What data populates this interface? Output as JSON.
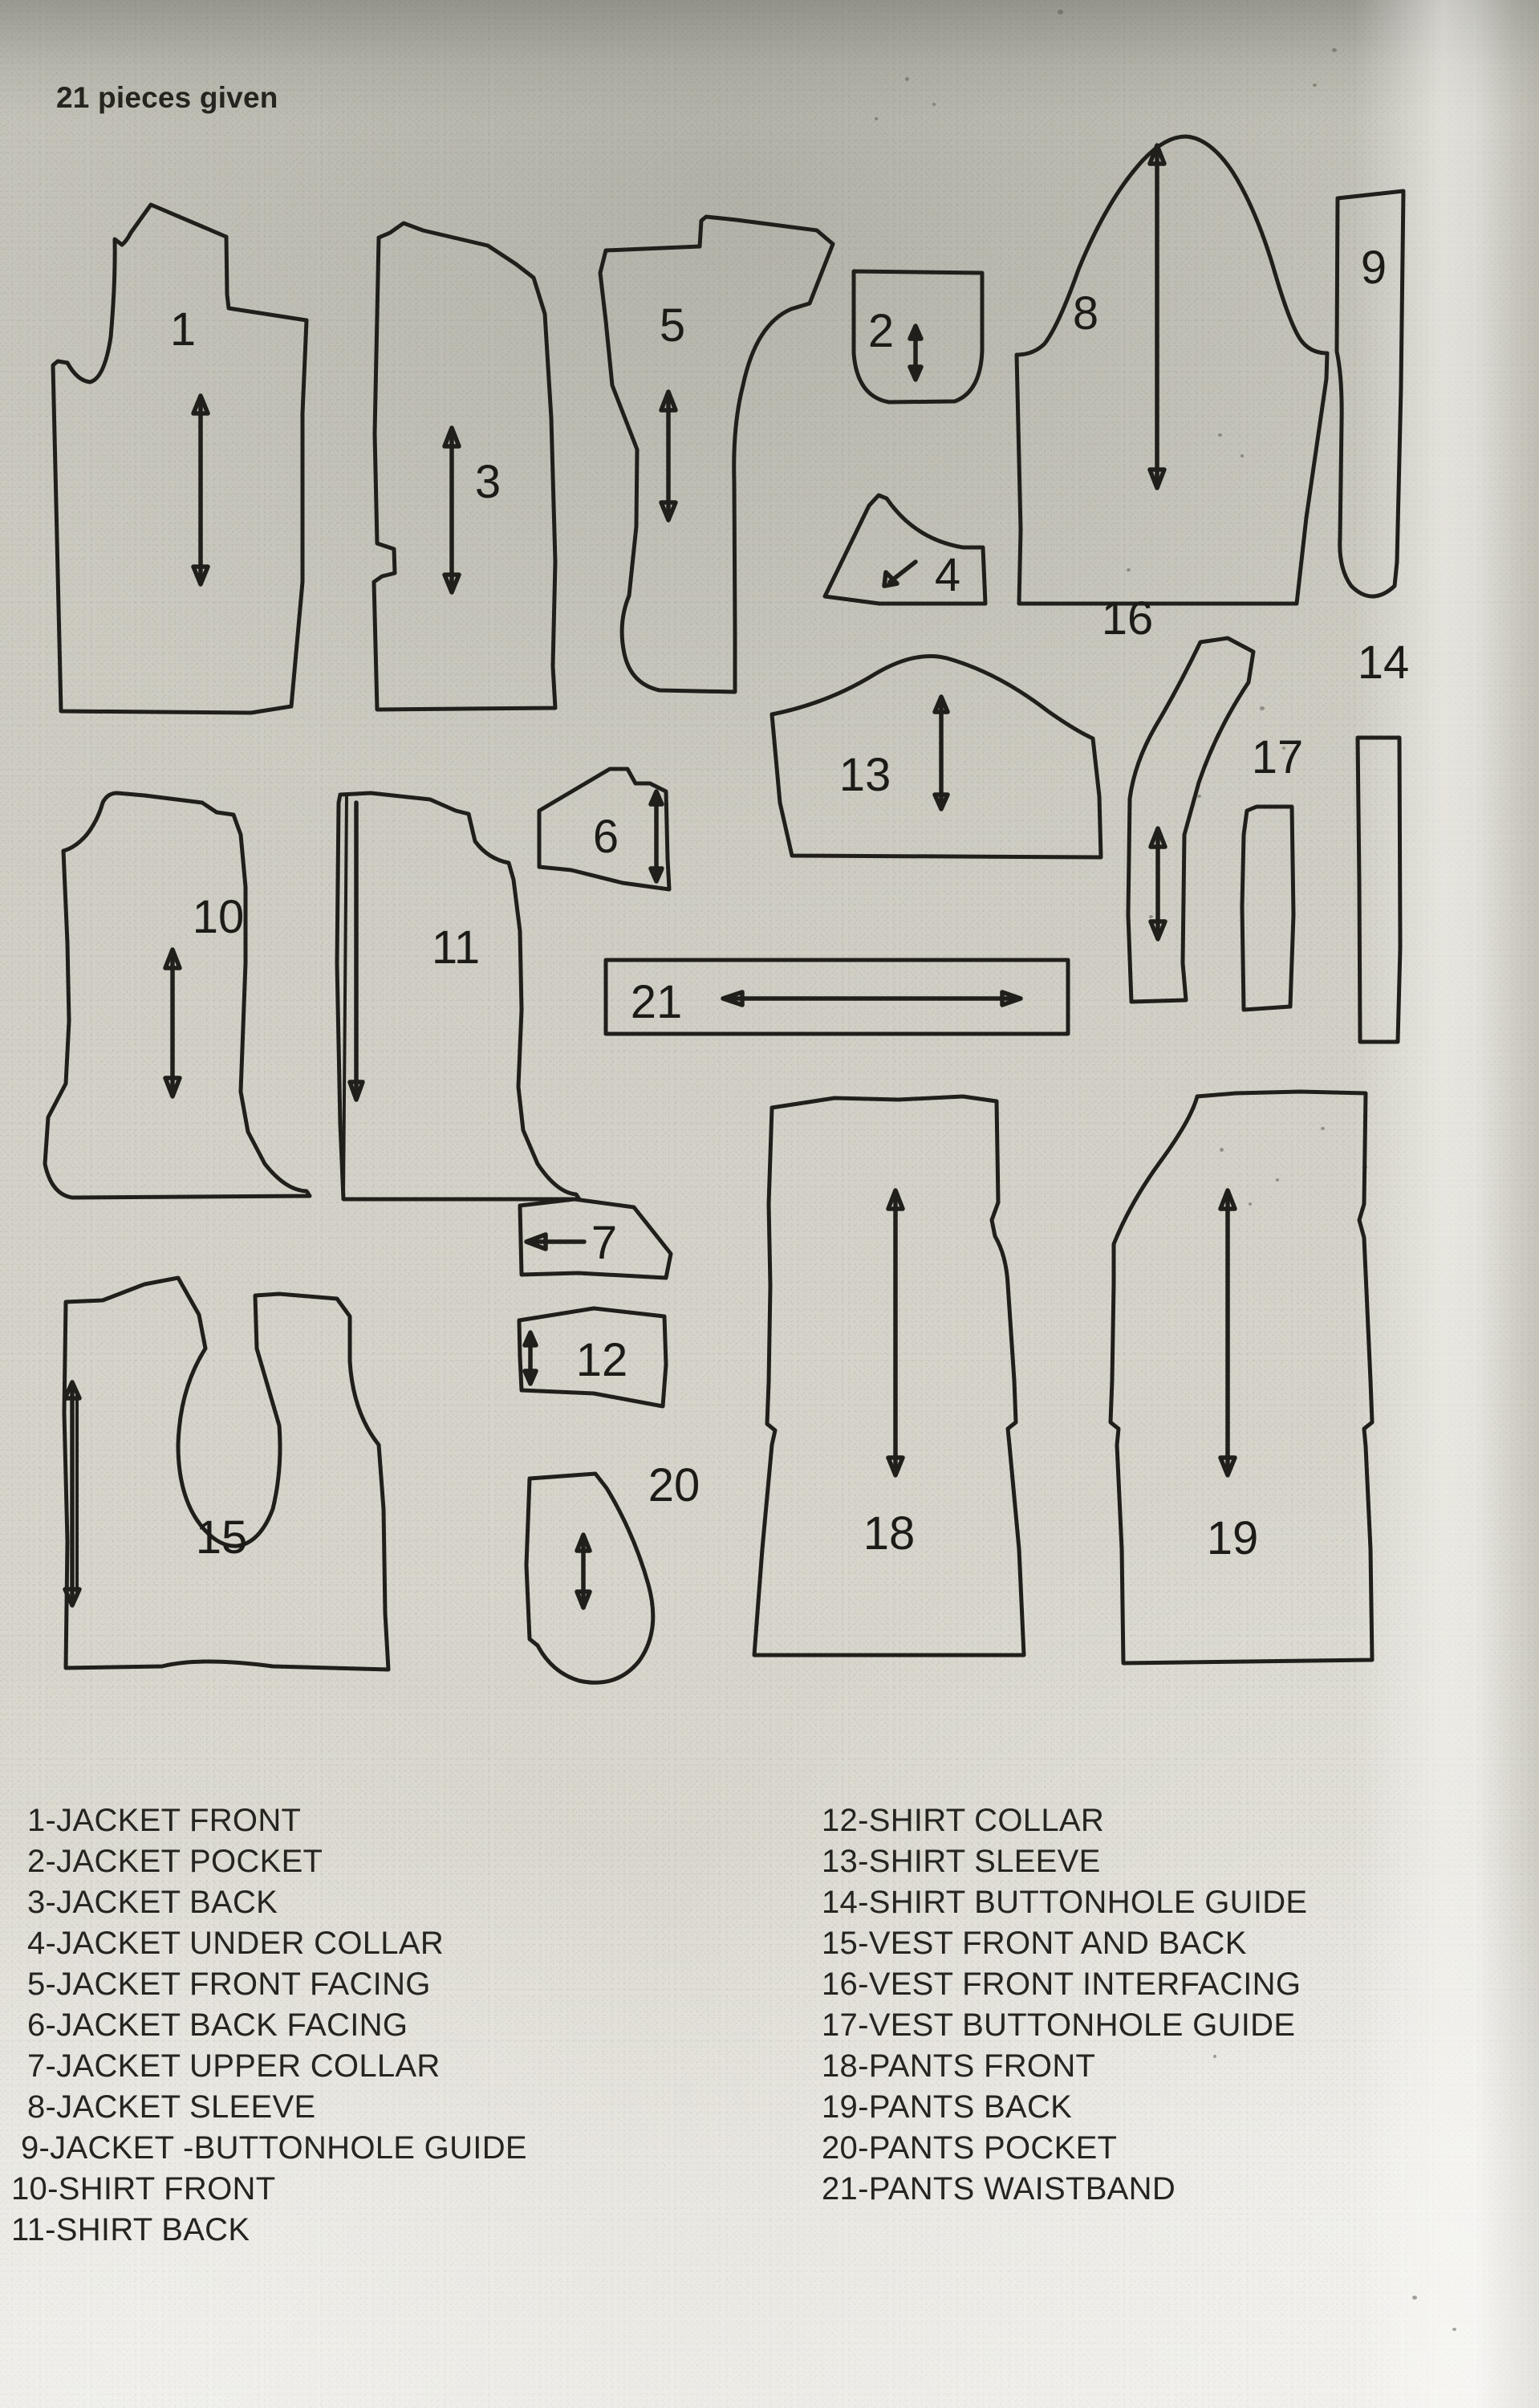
{
  "heading": "21 pieces given",
  "piece_numbers": [
    "1",
    "2",
    "3",
    "4",
    "5",
    "6",
    "7",
    "8",
    "9",
    "10",
    "11",
    "12",
    "13",
    "14",
    "15",
    "16",
    "17",
    "18",
    "19",
    "20",
    "21"
  ],
  "legend": {
    "left_column": [
      "1-JACKET FRONT",
      "2-JACKET POCKET",
      "3-JACKET BACK",
      "4-JACKET UNDER COLLAR",
      "5-JACKET FRONT FACING",
      "6-JACKET BACK FACING",
      "7-JACKET UPPER COLLAR",
      "8-JACKET SLEEVE",
      "9-JACKET -BUTTONHOLE GUIDE",
      "10-SHIRT FRONT",
      "11-SHIRT BACK"
    ],
    "right_column": [
      "12-SHIRT COLLAR",
      "13-SHIRT SLEEVE",
      "14-SHIRT BUTTONHOLE GUIDE",
      "15-VEST FRONT AND BACK",
      "16-VEST FRONT INTERFACING",
      "17-VEST BUTTONHOLE GUIDE",
      "18-PANTS FRONT",
      "19-PANTS BACK",
      "20-PANTS POCKET",
      "21-PANTS WAISTBAND"
    ]
  },
  "pieces": [
    {
      "number": "1",
      "name": "JACKET FRONT",
      "grainline": "vertical-double-arrow"
    },
    {
      "number": "2",
      "name": "JACKET POCKET",
      "grainline": "vertical-double-arrow-short"
    },
    {
      "number": "3",
      "name": "JACKET BACK",
      "grainline": "vertical-double-arrow"
    },
    {
      "number": "4",
      "name": "JACKET UNDER COLLAR",
      "grainline": "diagonal-arrow"
    },
    {
      "number": "5",
      "name": "JACKET FRONT FACING",
      "grainline": "vertical-double-arrow"
    },
    {
      "number": "6",
      "name": "JACKET BACK FACING",
      "grainline": "vertical-double-arrow-short"
    },
    {
      "number": "7",
      "name": "JACKET UPPER COLLAR",
      "grainline": "horizontal-arrow-left"
    },
    {
      "number": "8",
      "name": "JACKET SLEEVE",
      "grainline": "vertical-double-arrow"
    },
    {
      "number": "9",
      "name": "JACKET -BUTTONHOLE GUIDE",
      "grainline": "none"
    },
    {
      "number": "10",
      "name": "SHIRT FRONT",
      "grainline": "vertical-double-arrow"
    },
    {
      "number": "11",
      "name": "SHIRT BACK",
      "grainline": "vertical-double-arrow"
    },
    {
      "number": "12",
      "name": "SHIRT COLLAR",
      "grainline": "vertical-double-arrow-short"
    },
    {
      "number": "13",
      "name": "SHIRT SLEEVE",
      "grainline": "vertical-double-arrow-short"
    },
    {
      "number": "14",
      "name": "SHIRT BUTTONHOLE GUIDE",
      "grainline": "none"
    },
    {
      "number": "15",
      "name": "VEST FRONT AND BACK",
      "grainline": "vertical-double-arrow"
    },
    {
      "number": "16",
      "name": "VEST FRONT INTERFACING",
      "grainline": "vertical-double-arrow"
    },
    {
      "number": "17",
      "name": "VEST BUTTONHOLE GUIDE",
      "grainline": "none"
    },
    {
      "number": "18",
      "name": "PANTS FRONT",
      "grainline": "vertical-double-arrow"
    },
    {
      "number": "19",
      "name": "PANTS BACK",
      "grainline": "vertical-double-arrow"
    },
    {
      "number": "20",
      "name": "PANTS POCKET",
      "grainline": "vertical-double-arrow-short"
    },
    {
      "number": "21",
      "name": "PANTS WAISTBAND",
      "grainline": "horizontal-double-arrow"
    }
  ],
  "colors": {
    "paper": "#d4d2c8",
    "ink": "#211f1b"
  }
}
